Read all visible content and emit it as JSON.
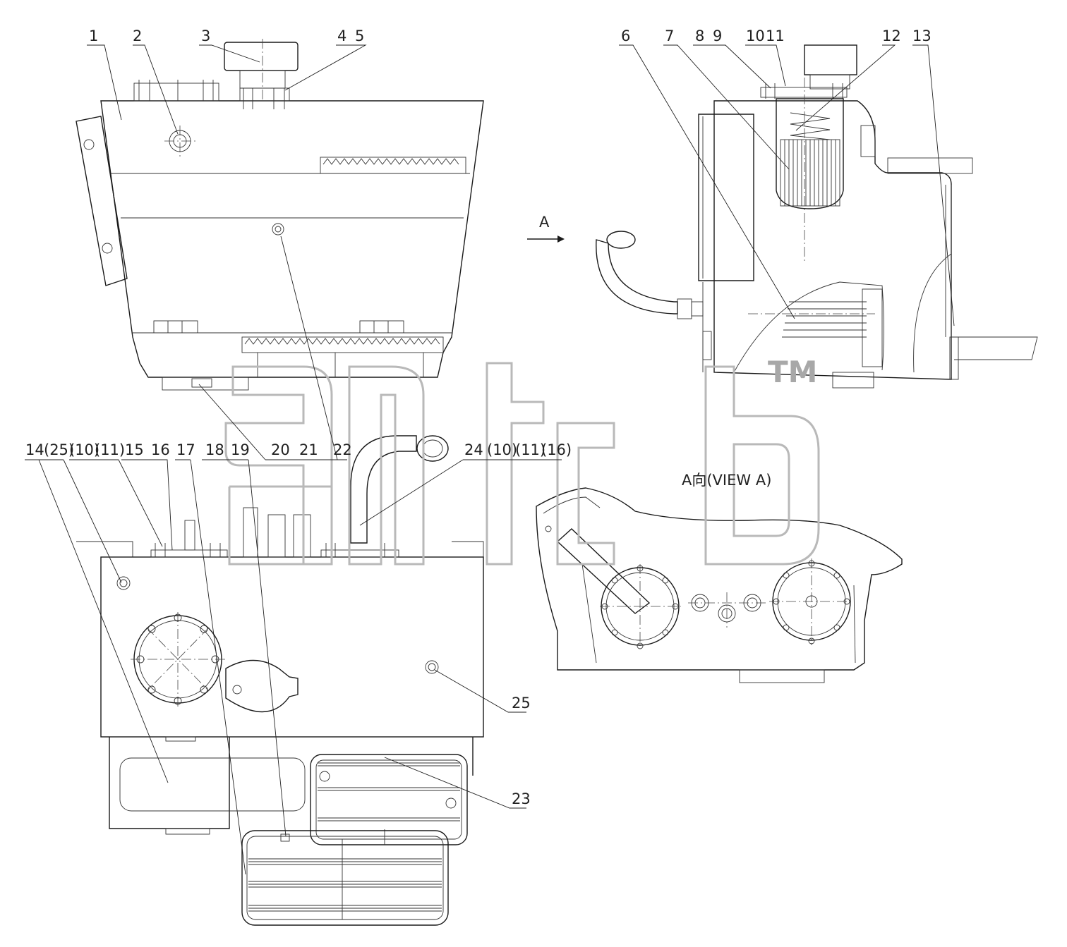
{
  "drawing": {
    "callouts_top_left": [
      "1",
      "2",
      "3",
      "4",
      "5"
    ],
    "callouts_top_right": [
      "6",
      "7",
      "8",
      "9",
      "10",
      "11",
      "12",
      "13"
    ],
    "callouts_middle": [
      "20",
      "21",
      "22",
      "24",
      "(10)",
      "(11)",
      "(16)"
    ],
    "callouts_bottom_left": [
      "14",
      "(25)",
      "(10)",
      "(11)",
      "15",
      "16",
      "17",
      "18",
      "19"
    ],
    "callout_25": "25",
    "callout_23": "23",
    "view_arrow_label": "A",
    "view_title": "A向(VIEW A)",
    "watermark_mark": "TM"
  }
}
